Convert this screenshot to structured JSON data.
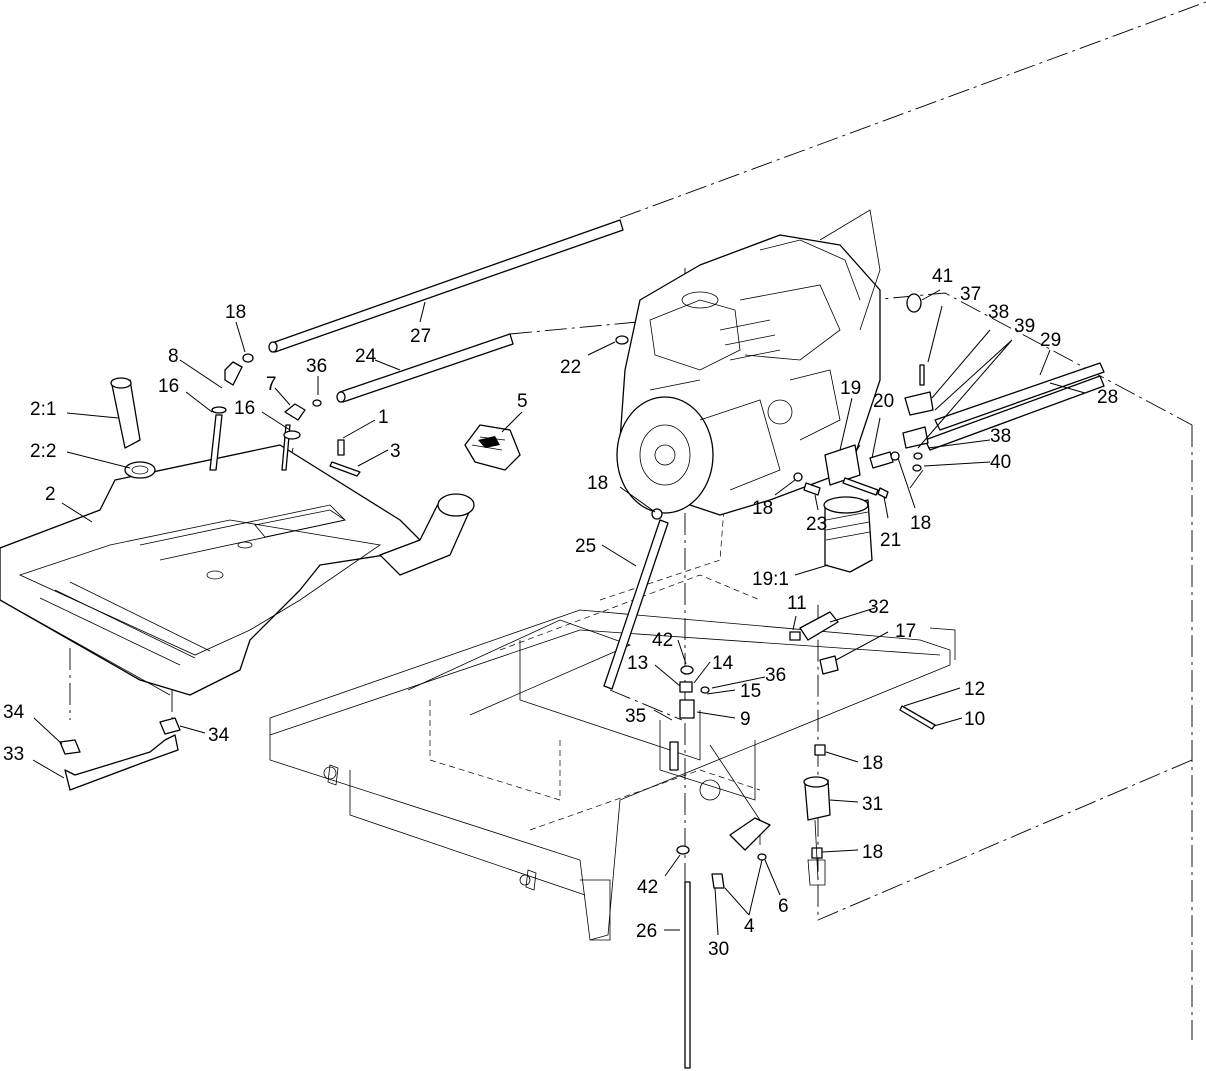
{
  "diagram": {
    "callouts": [
      {
        "id": "c-2-1",
        "text": "2:1"
      },
      {
        "id": "c-2-2",
        "text": "2:2"
      },
      {
        "id": "c-2",
        "text": "2"
      },
      {
        "id": "c-16a",
        "text": "16"
      },
      {
        "id": "c-8",
        "text": "8"
      },
      {
        "id": "c-18a",
        "text": "18"
      },
      {
        "id": "c-27",
        "text": "27"
      },
      {
        "id": "c-24",
        "text": "24"
      },
      {
        "id": "c-36a",
        "text": "36"
      },
      {
        "id": "c-7",
        "text": "7"
      },
      {
        "id": "c-16b",
        "text": "16"
      },
      {
        "id": "c-1",
        "text": "1"
      },
      {
        "id": "c-3",
        "text": "3"
      },
      {
        "id": "c-5",
        "text": "5"
      },
      {
        "id": "c-22",
        "text": "22"
      },
      {
        "id": "c-41",
        "text": "41"
      },
      {
        "id": "c-37",
        "text": "37"
      },
      {
        "id": "c-38a",
        "text": "38"
      },
      {
        "id": "c-39",
        "text": "39"
      },
      {
        "id": "c-29",
        "text": "29"
      },
      {
        "id": "c-28",
        "text": "28"
      },
      {
        "id": "c-19",
        "text": "19"
      },
      {
        "id": "c-20",
        "text": "20"
      },
      {
        "id": "c-38b",
        "text": "38"
      },
      {
        "id": "c-40",
        "text": "40"
      },
      {
        "id": "c-18b",
        "text": "18"
      },
      {
        "id": "c-18c",
        "text": "18"
      },
      {
        "id": "c-23",
        "text": "23"
      },
      {
        "id": "c-21",
        "text": "21"
      },
      {
        "id": "c-18d",
        "text": "18"
      },
      {
        "id": "c-25",
        "text": "25"
      },
      {
        "id": "c-19-1",
        "text": "19:1"
      },
      {
        "id": "c-11",
        "text": "11"
      },
      {
        "id": "c-32",
        "text": "32"
      },
      {
        "id": "c-17",
        "text": "17"
      },
      {
        "id": "c-42a",
        "text": "42"
      },
      {
        "id": "c-13",
        "text": "13"
      },
      {
        "id": "c-14",
        "text": "14"
      },
      {
        "id": "c-36b",
        "text": "36"
      },
      {
        "id": "c-15",
        "text": "15"
      },
      {
        "id": "c-35",
        "text": "35"
      },
      {
        "id": "c-9",
        "text": "9"
      },
      {
        "id": "c-12",
        "text": "12"
      },
      {
        "id": "c-10",
        "text": "10"
      },
      {
        "id": "c-34a",
        "text": "34"
      },
      {
        "id": "c-34b",
        "text": "34"
      },
      {
        "id": "c-33",
        "text": "33"
      },
      {
        "id": "c-18e",
        "text": "18"
      },
      {
        "id": "c-31",
        "text": "31"
      },
      {
        "id": "c-18f",
        "text": "18"
      },
      {
        "id": "c-42b",
        "text": "42"
      },
      {
        "id": "c-6",
        "text": "6"
      },
      {
        "id": "c-4",
        "text": "4"
      },
      {
        "id": "c-26",
        "text": "26"
      },
      {
        "id": "c-30",
        "text": "30"
      }
    ]
  }
}
